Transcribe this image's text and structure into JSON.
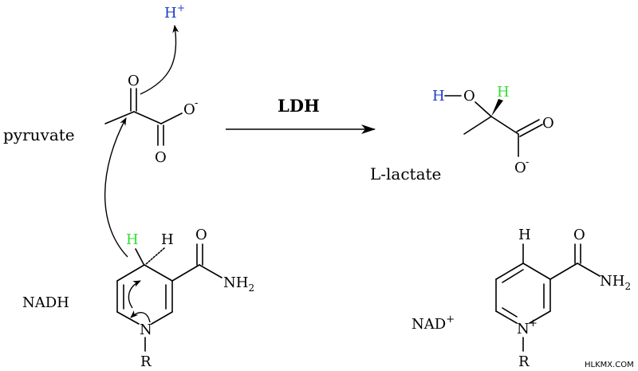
{
  "reaction": {
    "enzyme": "LDH",
    "proton": "H",
    "proton_charge": "+"
  },
  "pyruvate": {
    "name": "pyruvate",
    "atom_O_keto": "O",
    "atom_O_carboxyl": "O",
    "atom_O_minus": "O",
    "minus": "-"
  },
  "lactate": {
    "name": "L-lactate",
    "atom_H_hydroxyl": "H",
    "atom_O_hydroxyl": "O",
    "atom_H_stereo": "H",
    "atom_O_carboxyl": "O",
    "atom_O_minus": "O",
    "minus": "-"
  },
  "nadh": {
    "name": "NADH",
    "atom_H_transfer": "H",
    "atom_H_other": "H",
    "atom_O_amide": "O",
    "amide_NH": "NH",
    "amide_sub": "2",
    "atom_N_ring": "N",
    "atom_R": "R"
  },
  "nad": {
    "name": "NAD",
    "name_charge": "+",
    "atom_H": "H",
    "atom_O_amide": "O",
    "amide_NH": "NH",
    "amide_sub": "2",
    "atom_N_ring": "N",
    "ring_charge": "+",
    "atom_R": "R"
  },
  "watermark": "HLKMX.COM",
  "colors": {
    "proton_blue": "#1a3cc8",
    "transfer_green": "#33dd33",
    "ink": "#000000"
  }
}
